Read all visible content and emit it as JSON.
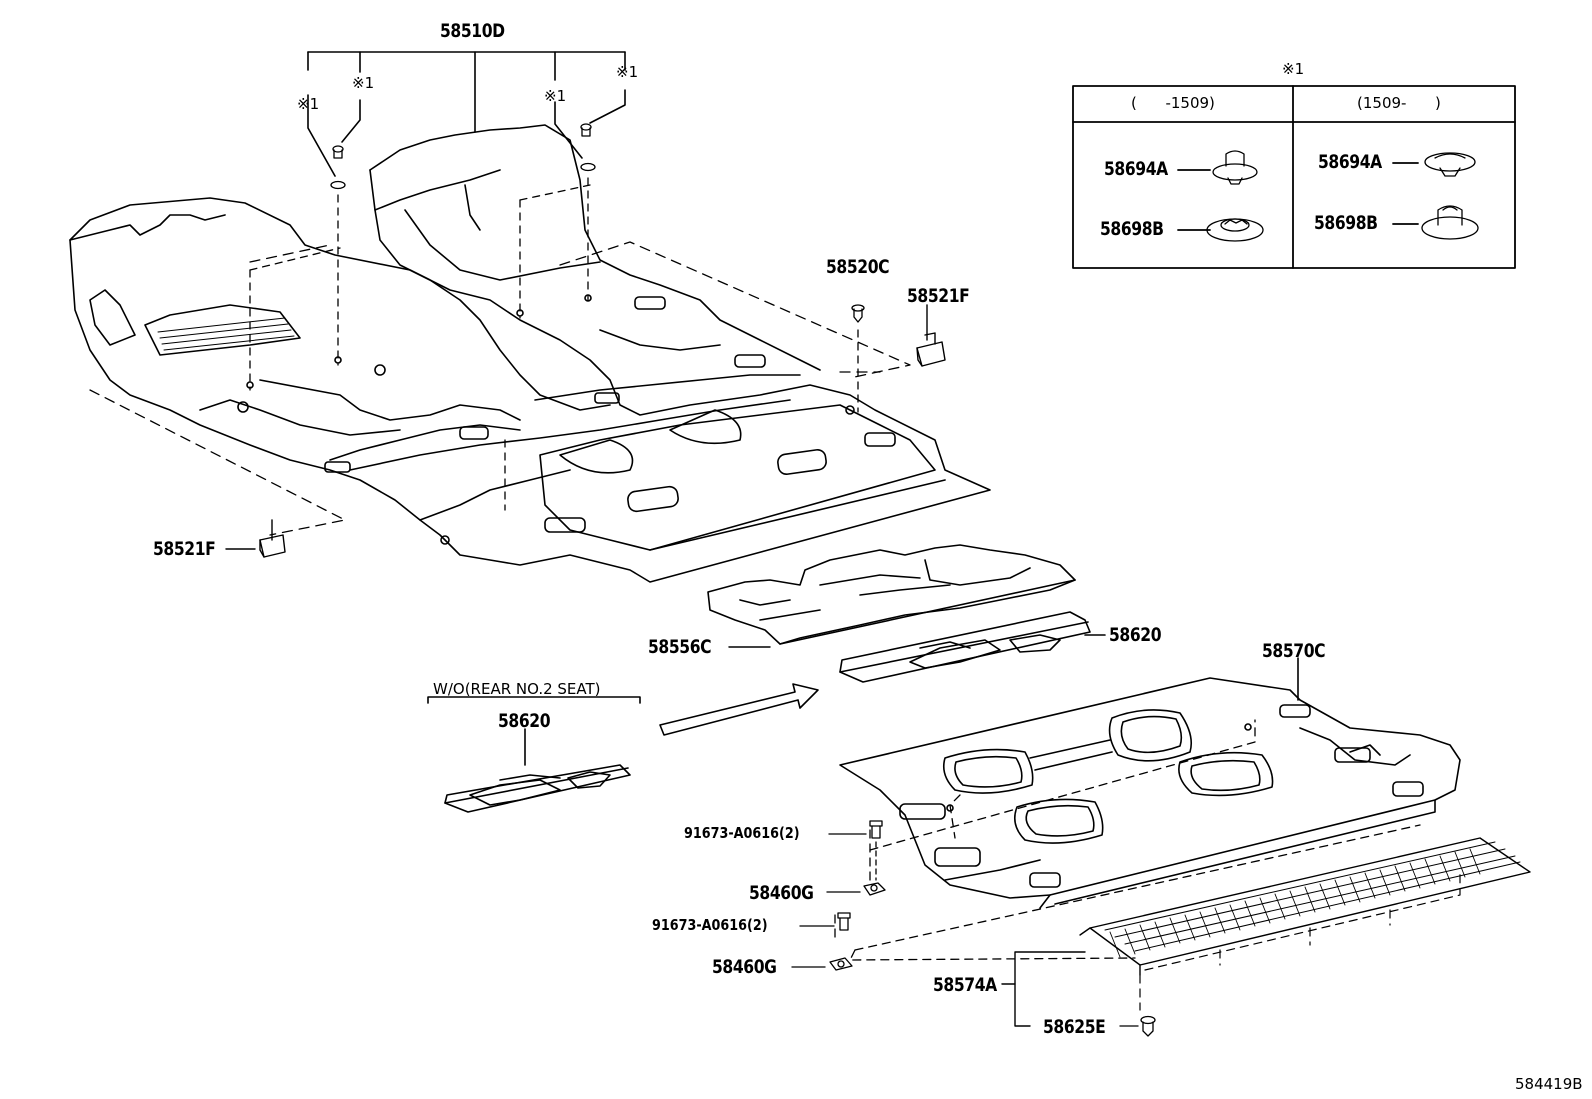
{
  "labels": {
    "floor_carpet_front": "58510D",
    "clip_front_top": "58520C",
    "clip_bracket_right": "58521F",
    "clip_bracket_left": "58521F",
    "carpet_center": "58556C",
    "cover_upper": "58620",
    "carpet_rear": "58570C",
    "cover_wo_rear_seat": "58620",
    "bolt_upper": "91673-A0616(2)",
    "nut_upper": "58460G",
    "bolt_lower": "91673-A0616(2)",
    "nut_lower": "58460G",
    "step_plate": "58574A",
    "clip_step": "58625E"
  },
  "note_marks": {
    "n1": "※1",
    "n2": "※1",
    "n3": "※1",
    "n4": "※1"
  },
  "variant_note": "W/O(REAR NO.2 SEAT)",
  "legend_table": {
    "title": "※1",
    "col_left_header": "(      -1509)",
    "col_right_header": "(1509-      )",
    "rows": [
      {
        "left": "58694A",
        "right": "58694A"
      },
      {
        "left": "58698B",
        "right": "58698B"
      }
    ]
  },
  "diagram_ref": "584419B"
}
